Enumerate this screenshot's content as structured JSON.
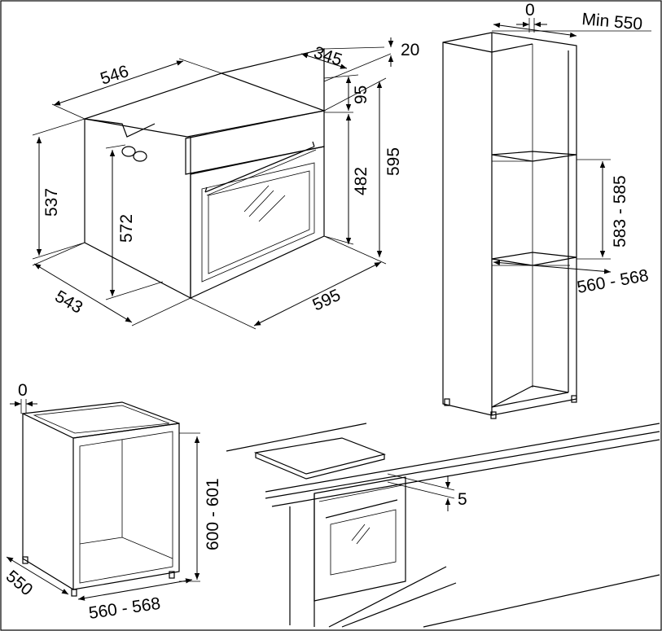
{
  "diagram": {
    "oven": {
      "width_top": "546",
      "height_left": "537",
      "depth": "543",
      "height_inner": "572",
      "front_width": "595",
      "front_height": "595",
      "panel_depth": "345",
      "panel_offset": "20",
      "panel_height": "95",
      "door_height": "482"
    },
    "tall_cabinet": {
      "gap": "0",
      "min_depth": "Min 550",
      "niche_height": "583 - 585",
      "niche_width": "560 - 568"
    },
    "base_cabinet": {
      "gap": "0",
      "height": "600 - 601",
      "depth": "550",
      "width": "560 - 568"
    },
    "under_counter": {
      "gap": "5"
    }
  },
  "colors": {
    "line": "#000000",
    "background": "#ffffff"
  }
}
